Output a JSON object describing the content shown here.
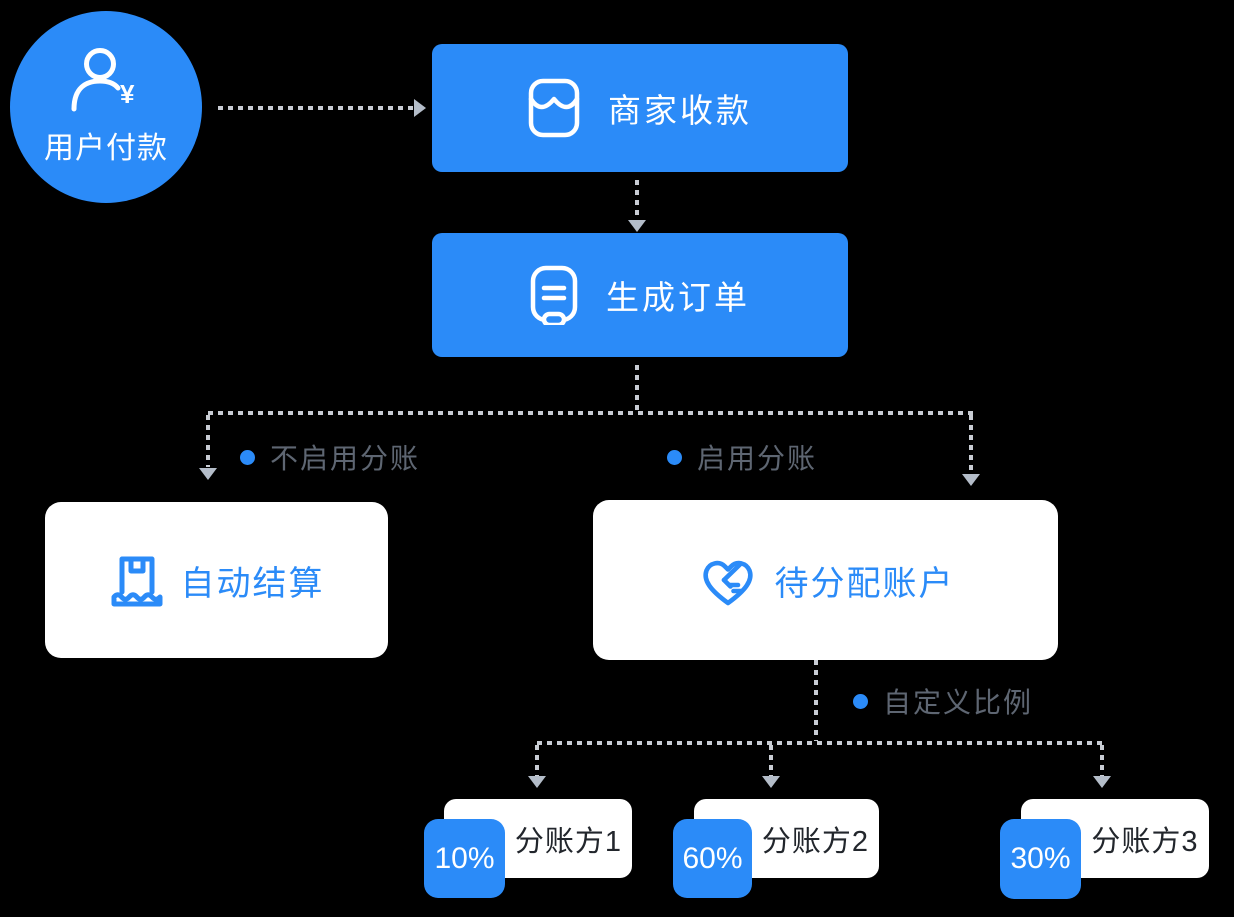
{
  "colors": {
    "primary_blue": "#2B8BF8",
    "connector_gray": "#C9CDD4",
    "arrow_gray": "#B4BDC9",
    "label_gray": "#5E6672",
    "dark_text": "#22262C"
  },
  "nodes": {
    "user_payment": {
      "label": "用户付款",
      "icon": "user-yuan-icon",
      "currency_symbol": "¥"
    },
    "merchant_receive": {
      "label": "商家收款",
      "icon": "storefront-icon"
    },
    "generate_order": {
      "label": "生成订单",
      "icon": "order-doc-icon"
    },
    "auto_settlement": {
      "label": "自动结算",
      "icon": "package-icon"
    },
    "pending_account": {
      "label": "待分配账户",
      "icon": "heart-handshake-icon"
    }
  },
  "branches": {
    "no_split_label": "不启用分账",
    "split_label": "启用分账",
    "custom_ratio_label": "自定义比例"
  },
  "split_parties": [
    {
      "percent": "10%",
      "label": "分账方1"
    },
    {
      "percent": "60%",
      "label": "分账方2"
    },
    {
      "percent": "30%",
      "label": "分账方3"
    }
  ]
}
